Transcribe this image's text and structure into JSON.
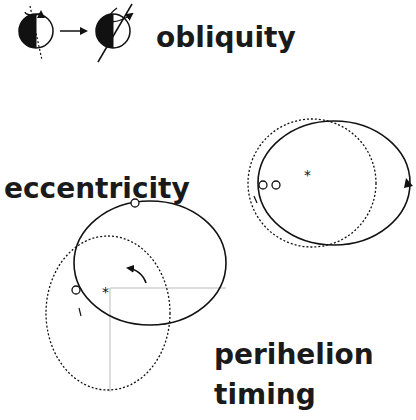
{
  "diagram": {
    "labels": [
      "obliquity",
      "eccentricity",
      "perihelion timing"
    ]
  }
}
